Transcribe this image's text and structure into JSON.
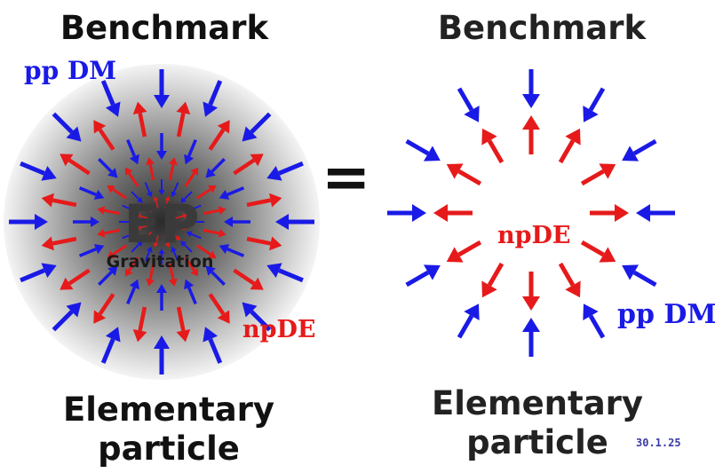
{
  "left_panel": {
    "title": "Benchmark",
    "center_label": "EP",
    "center_sublabel": "Gravitation",
    "blue_label": "pp DM",
    "red_label": "npDE",
    "bottom_title_line1": "Elementary",
    "bottom_title_line2": "particle"
  },
  "equals": "=",
  "right_panel": {
    "title": "Benchmark",
    "center_label": "npDE",
    "blue_label": "pp DM",
    "bottom_title_line1": "Elementary",
    "bottom_title_line2": "particle",
    "date_stamp": "30.1.25"
  },
  "colors": {
    "inward_arrow": "#1a1ae6",
    "outward_arrow": "#e61a1a",
    "sphere_center": "#2a2a2a",
    "sphere_edge": "#f2f2f2"
  }
}
